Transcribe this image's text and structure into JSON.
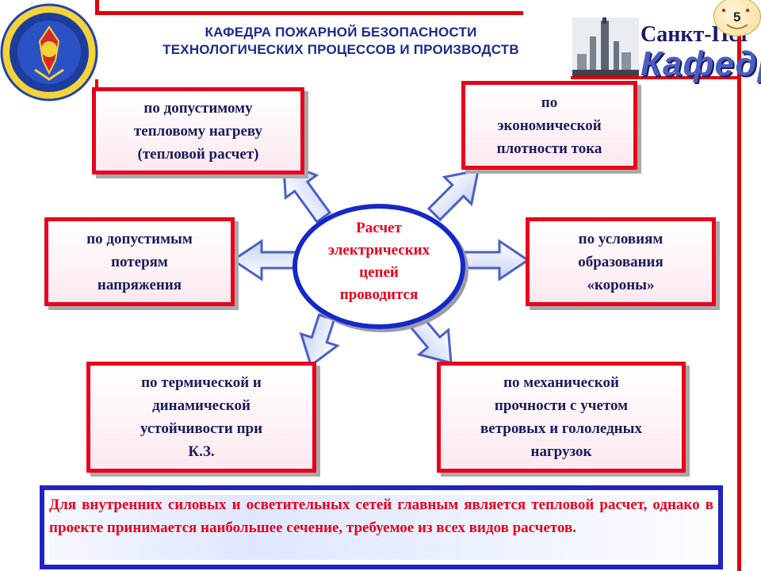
{
  "header": {
    "title_line1": "КАФЕДРА ПОЖАРНОЙ БЕЗОПАСНОСТИ",
    "title_line2": "ТЕХНОЛОГИЧЕСКИХ ПРОЦЕССОВ И ПРОИЗВОДСТВ",
    "city_text": "Санкт-Пет",
    "kafedra_text": "Кафедр",
    "page_number": "5"
  },
  "center": {
    "line1": "Расчет",
    "line2": "электрических",
    "line3": "цепей",
    "line4": "проводится"
  },
  "boxes": {
    "top_left": [
      "по допустимому",
      "тепловому нагреву",
      "(тепловой расчет)"
    ],
    "top_right": [
      "по",
      "экономической",
      "плотности тока"
    ],
    "mid_left": [
      "по допустимым",
      "потерям",
      "напряжения"
    ],
    "mid_right": [
      "по условиям",
      "образования",
      "«короны»"
    ],
    "bottom_left": [
      "по термической и",
      "динамической",
      "устойчивости при",
      "К.З."
    ],
    "bottom_right": [
      "по механической",
      "прочности с учетом",
      "ветровых и гололедных",
      "нагрузок"
    ]
  },
  "note": {
    "text": "Для внутренних силовых и осветительных сетей главным является тепловой расчет, однако в проекте принимается наибольшее сечение, требуемое из всех видов расчетов."
  },
  "colors": {
    "accent_red": "#e8001c",
    "accent_blue": "#1428c8",
    "text_dark": "#1a1a5c"
  }
}
